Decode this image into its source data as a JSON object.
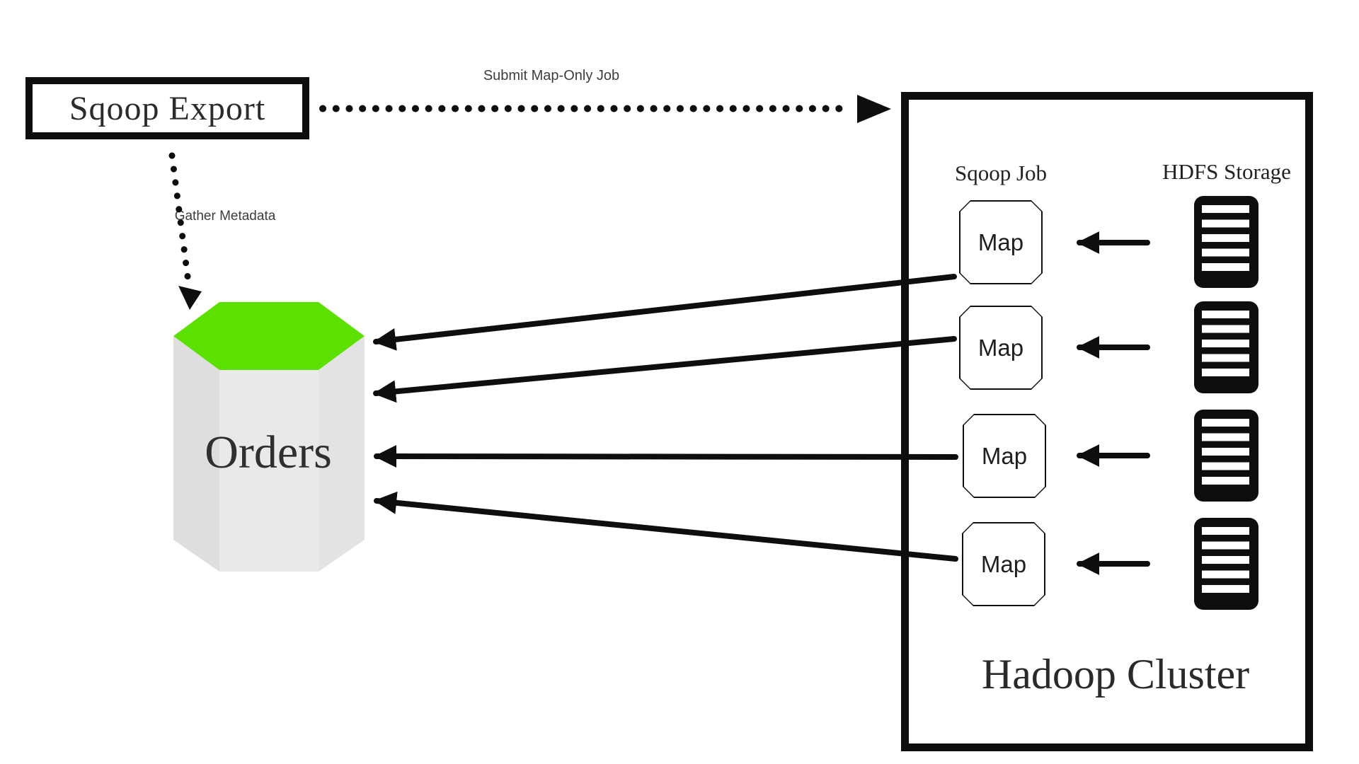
{
  "colors": {
    "ink": "#0e0e0e",
    "accent_green": "#5ce000",
    "db_left_face": "#dedede",
    "db_center_face": "#e9e9e9",
    "db_right_face": "#e3e3e3"
  },
  "nodes": {
    "sqoop_export": {
      "label": "Sqoop Export"
    },
    "database": {
      "label": "Orders"
    }
  },
  "edges": {
    "submit_map_only_job": {
      "label": "Submit Map-Only Job"
    },
    "gather_metadata": {
      "label": "Gather Metadata"
    }
  },
  "hadoop": {
    "title": "Hadoop Cluster",
    "sqoop_job_header": "Sqoop Job",
    "hdfs_storage_header": "HDFS Storage",
    "map_tasks": [
      {
        "label": "Map"
      },
      {
        "label": "Map"
      },
      {
        "label": "Map"
      },
      {
        "label": "Map"
      }
    ],
    "hdfs_files_count": 4
  }
}
